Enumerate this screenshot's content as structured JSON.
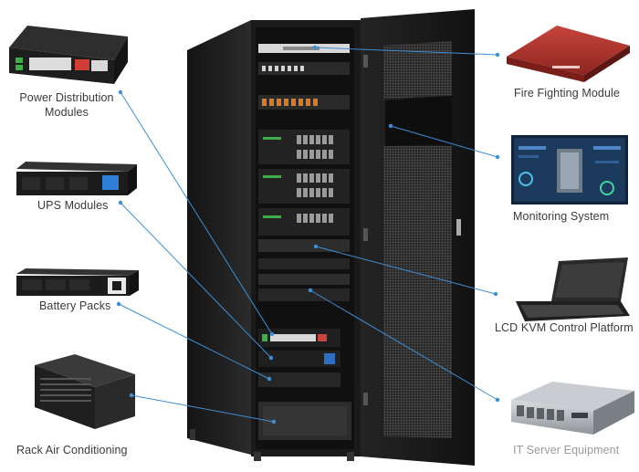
{
  "labels": {
    "pdm_line1": "Power Distribution",
    "pdm_line2": "Modules",
    "ups": "UPS Modules",
    "battery": "Battery Packs",
    "aircon": "Rack Air Conditioning",
    "fire": "Fire Fighting Module",
    "monitoring": "Monitoring System",
    "kvm": "LCD KVM Control Platform",
    "server": "IT Server Equipment"
  },
  "colors": {
    "leader_line": "#3d8fd6",
    "label_text": "#3a3a3a",
    "muted_text": "#9a9a9a",
    "rack_body": "#1c1c1c",
    "fire_module": "#b8322c",
    "monitor_screen": "#1b3a5c"
  }
}
